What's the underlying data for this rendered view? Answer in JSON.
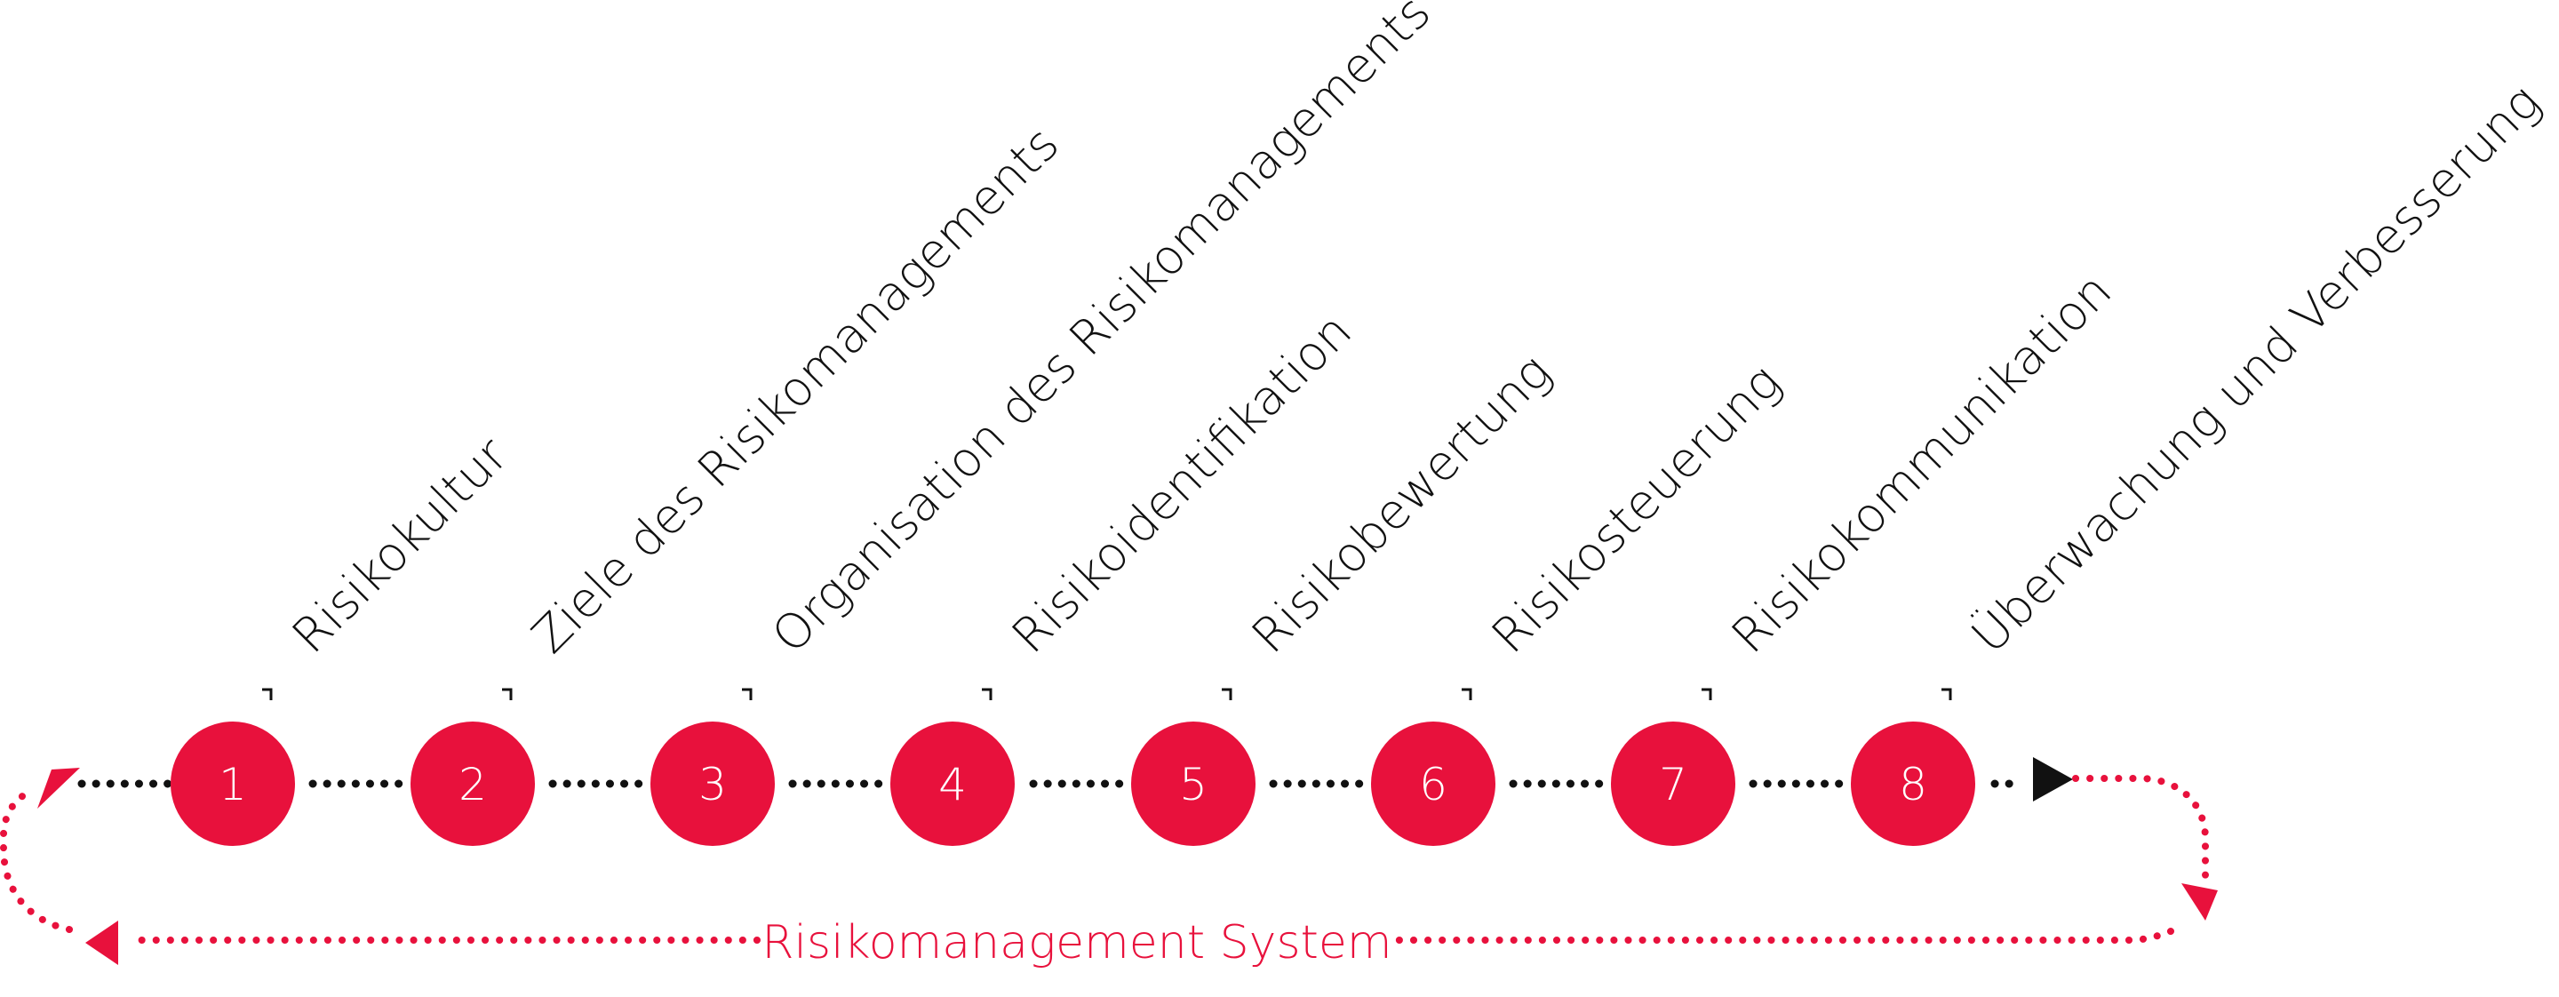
{
  "colors": {
    "accent": "#e8113c",
    "text": "#111111",
    "connector": "#111111",
    "number": "#ffffff"
  },
  "steps": [
    {
      "number": "1",
      "label": "Risikokultur"
    },
    {
      "number": "2",
      "label": "Ziele des Risikomanagements"
    },
    {
      "number": "3",
      "label": "Organisation des Risikomanagements"
    },
    {
      "number": "4",
      "label": "Risikoidentifikation"
    },
    {
      "number": "5",
      "label": "Risikobewertung"
    },
    {
      "number": "6",
      "label": "Risikosteuerung"
    },
    {
      "number": "7",
      "label": "Risikokommunikation"
    },
    {
      "number": "8",
      "label": "Überwachung und Verbesserung"
    }
  ],
  "loop": {
    "label": "Risikomanagement System"
  }
}
